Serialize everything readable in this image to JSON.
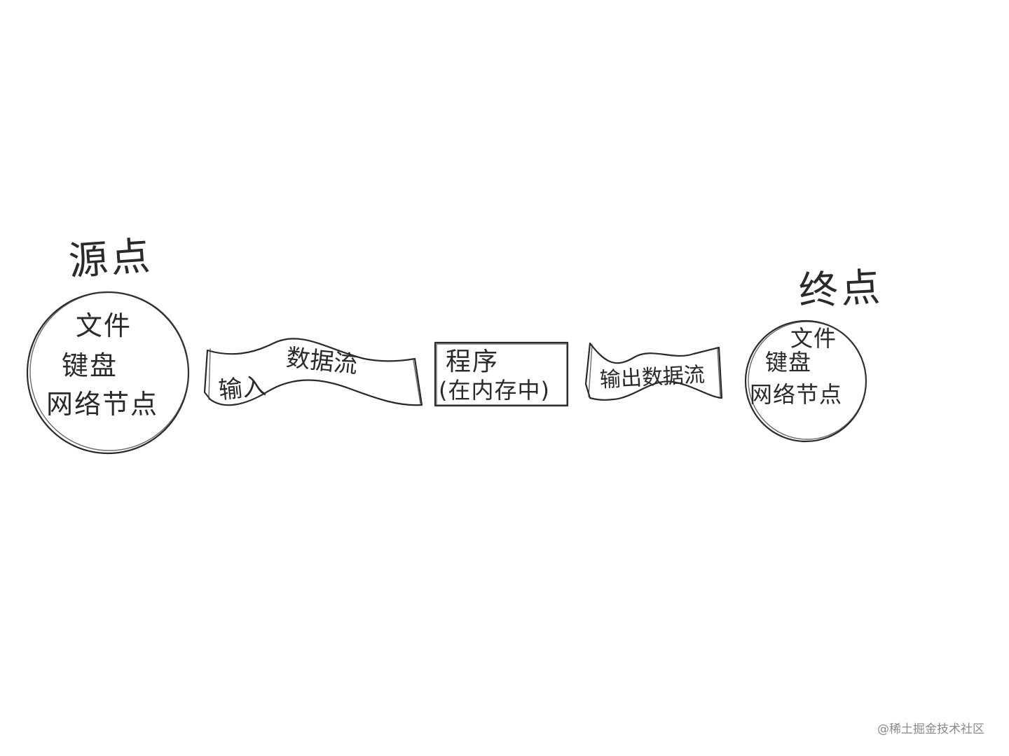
{
  "source": {
    "title": "源点",
    "items": [
      "文件",
      "键盘",
      "网络节点"
    ]
  },
  "input_stream": {
    "label_1": "输入",
    "label_2": "数据流"
  },
  "program": {
    "line_1": "程序",
    "line_2": "(在内存中)"
  },
  "output_stream": {
    "label": "输出数据流"
  },
  "sink": {
    "title": "终点",
    "items": [
      "文件",
      "键盘",
      "网络节点"
    ]
  },
  "watermark": "@稀土掘金技术社区"
}
